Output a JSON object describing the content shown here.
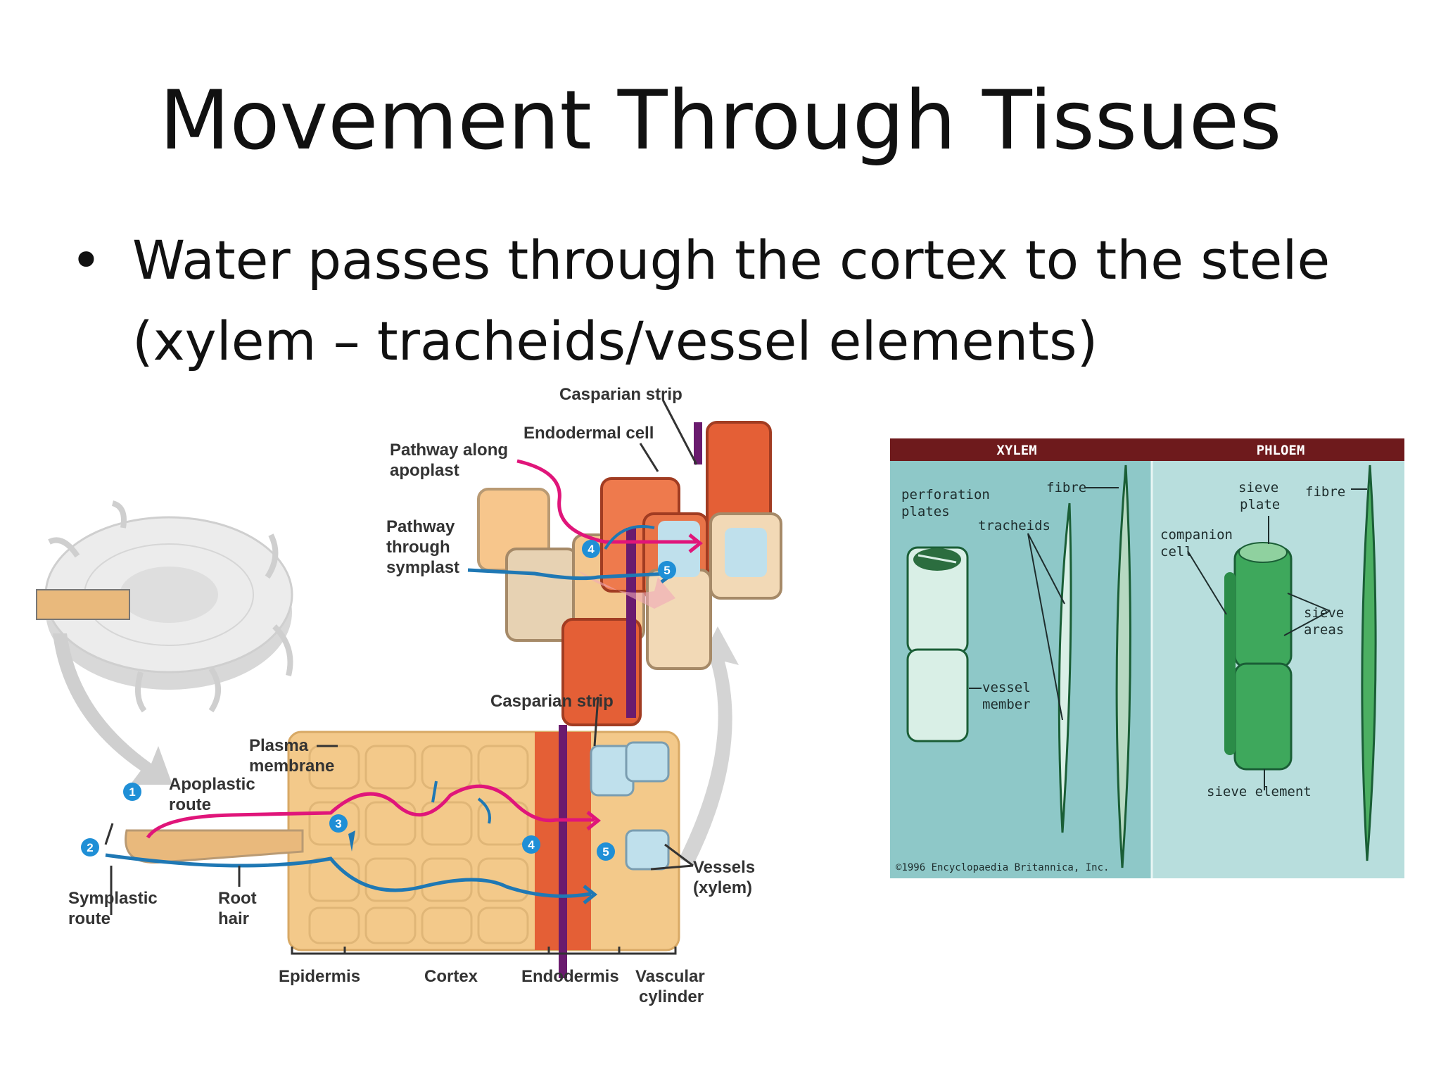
{
  "slide": {
    "title": "Movement Through Tissues",
    "bullet": "Water passes through the cortex to the stele (xylem – tracheids/vessel elements)"
  },
  "root_diagram": {
    "casparian_strip_top": "Casparian strip",
    "endodermal_cell": "Endodermal cell",
    "pathway_apoplast_1": "Pathway along",
    "pathway_apoplast_2": "apoplast",
    "pathway_symplast_1": "Pathway",
    "pathway_symplast_2": "through",
    "pathway_symplast_3": "symplast",
    "casparian_strip_mid": "Casparian strip",
    "plasma_membrane_1": "Plasma",
    "plasma_membrane_2": "membrane",
    "apoplastic_route_1": "Apoplastic",
    "apoplastic_route_2": "route",
    "symplastic_route_1": "Symplastic",
    "symplastic_route_2": "route",
    "root_hair_1": "Root",
    "root_hair_2": "hair",
    "vessels_1": "Vessels",
    "vessels_2": "(xylem)",
    "epidermis": "Epidermis",
    "cortex": "Cortex",
    "endodermis": "Endodermis",
    "vascular_1": "Vascular",
    "vascular_2": "cylinder",
    "markers": [
      "1",
      "2",
      "3",
      "4",
      "5"
    ],
    "colors": {
      "apoplast": "#e0157a",
      "symplast": "#1f78b4",
      "casparian": "#6a1b6e",
      "endodermis": "#e8623c",
      "cell": "#f3c98a"
    }
  },
  "xylem_phloem": {
    "xylem_header": "XYLEM",
    "phloem_header": "PHLOEM",
    "perforation_1": "perforation",
    "perforation_2": "plates",
    "fibre_xylem": "fibre",
    "tracheids": "tracheids",
    "vessel_1": "vessel",
    "vessel_2": "member",
    "sieve_plate_1": "sieve",
    "sieve_plate_2": "plate",
    "fibre_phloem": "fibre",
    "companion_1": "companion",
    "companion_2": "cell",
    "sieve_areas_1": "sieve",
    "sieve_areas_2": "areas",
    "sieve_element": "sieve element",
    "copyright": "©1996 Encyclopaedia Britannica, Inc.",
    "colors": {
      "header": "#6e1a1c",
      "xylem_bg": "#8ec8c8",
      "phloem_bg": "#b8dedd",
      "green": "#2e9e4f"
    }
  }
}
